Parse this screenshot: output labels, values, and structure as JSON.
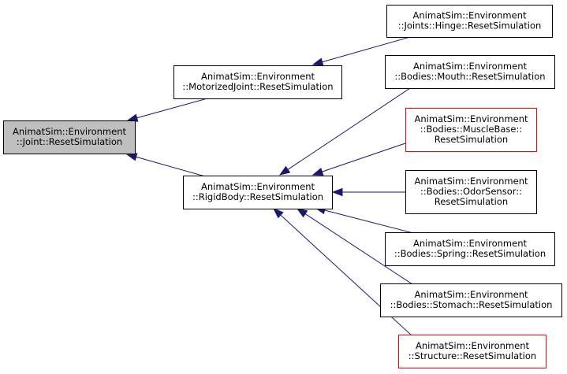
{
  "colors": {
    "edge": "#191970",
    "node_border_default": "#000000",
    "node_border_undocumented": "#ff0000",
    "node_fill_default": "#ffffff",
    "node_fill_focus": "#bfbfbf"
  },
  "nodes": {
    "joint": {
      "lines": [
        "AnimatSim::Environment",
        "::Joint::ResetSimulation"
      ],
      "style": "focus"
    },
    "motorized": {
      "lines": [
        "AnimatSim::Environment",
        "::MotorizedJoint::ResetSimulation"
      ],
      "style": "default"
    },
    "rigidbody": {
      "lines": [
        "AnimatSim::Environment",
        "::RigidBody::ResetSimulation"
      ],
      "style": "default"
    },
    "hinge": {
      "lines": [
        "AnimatSim::Environment",
        "::Joints::Hinge::ResetSimulation"
      ],
      "style": "default"
    },
    "mouth": {
      "lines": [
        "AnimatSim::Environment",
        "::Bodies::Mouth::ResetSimulation"
      ],
      "style": "default"
    },
    "musclebase": {
      "lines": [
        "AnimatSim::Environment",
        "::Bodies::MuscleBase::",
        "ResetSimulation"
      ],
      "style": "undocumented"
    },
    "odorsensor": {
      "lines": [
        "AnimatSim::Environment",
        "::Bodies::OdorSensor::",
        "ResetSimulation"
      ],
      "style": "default"
    },
    "spring": {
      "lines": [
        "AnimatSim::Environment",
        "::Bodies::Spring::ResetSimulation"
      ],
      "style": "default"
    },
    "stomach": {
      "lines": [
        "AnimatSim::Environment",
        "::Bodies::Stomach::ResetSimulation"
      ],
      "style": "default"
    },
    "structure": {
      "lines": [
        "AnimatSim::Environment",
        "::Structure::ResetSimulation"
      ],
      "style": "undocumented"
    }
  },
  "edges": [
    {
      "from": "motorized",
      "to": "joint"
    },
    {
      "from": "rigidbody",
      "to": "joint"
    },
    {
      "from": "hinge",
      "to": "motorized"
    },
    {
      "from": "mouth",
      "to": "rigidbody"
    },
    {
      "from": "musclebase",
      "to": "rigidbody"
    },
    {
      "from": "odorsensor",
      "to": "rigidbody"
    },
    {
      "from": "spring",
      "to": "rigidbody"
    },
    {
      "from": "stomach",
      "to": "rigidbody"
    },
    {
      "from": "structure",
      "to": "rigidbody"
    }
  ]
}
